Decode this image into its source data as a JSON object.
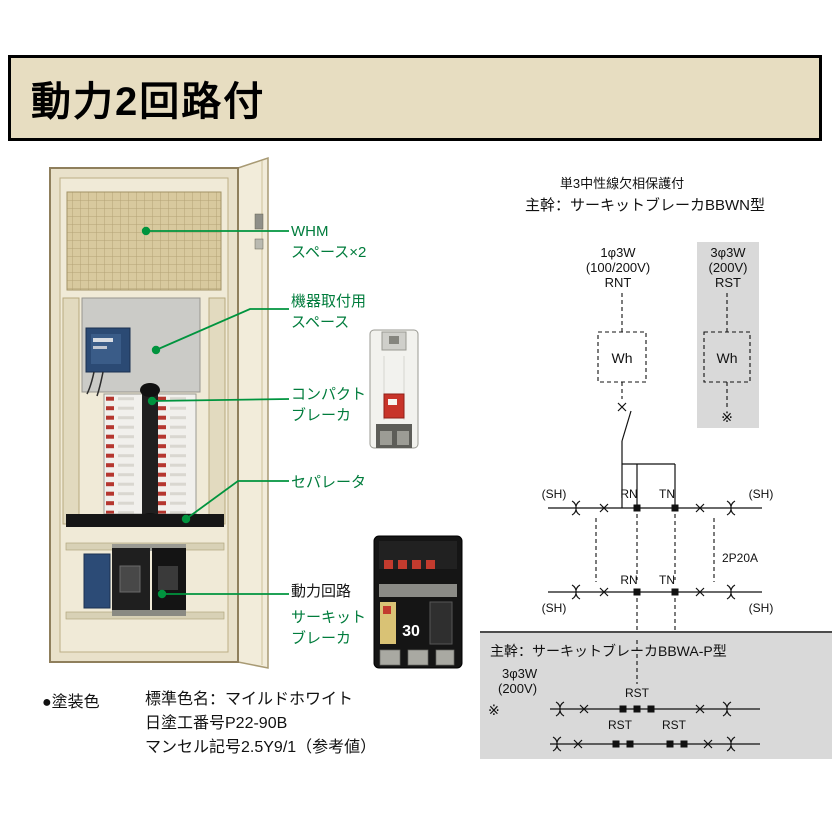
{
  "page": {
    "title": "動力2回路付"
  },
  "callouts": {
    "whm": {
      "line1": "WHM",
      "line2": "スペース×2"
    },
    "mount": {
      "line1": "機器取付用",
      "line2": "スペース"
    },
    "compact": {
      "line1": "コンパクト",
      "line2": "ブレーカ"
    },
    "separator": {
      "line1": "セパレータ"
    },
    "power": {
      "line1": "動力回路"
    },
    "power_breaker": {
      "line1": "サーキット",
      "line2": "ブレーカ"
    }
  },
  "paint": {
    "heading": "●塗装色",
    "line1": "標準色名：マイルドホワイト",
    "line2": "日塗工番号P22-90B",
    "line3": "マンセル記号2.5Y9/1（参考値）"
  },
  "photos": {
    "mccb_rating": "30"
  },
  "diagram": {
    "protection_note": "単3中性線欠相保護付",
    "main_top": "主幹：サーキットブレーカBBWN型",
    "feed_left": {
      "l1": "1φ3W",
      "l2": "(100/200V)",
      "l3": "RNT"
    },
    "feed_right": {
      "l1": "3φ3W",
      "l2": "(200V)",
      "l3": "RST"
    },
    "wh": "Wh",
    "note_mark": "※",
    "sh": "(SH)",
    "rn": "RN",
    "tn": "TN",
    "branch_rating": "2P20A",
    "bottom": {
      "main": "主幹：サーキットブレーカBBWA-P型",
      "feed1": "3φ3W",
      "feed2": "(200V)",
      "rst": "RST"
    }
  },
  "colors": {
    "accent_green": "#00943e",
    "header_bg": "#e7ddc1",
    "diagram_gray": "#d9d9d9",
    "panel_beige": "#e9e1ca"
  }
}
